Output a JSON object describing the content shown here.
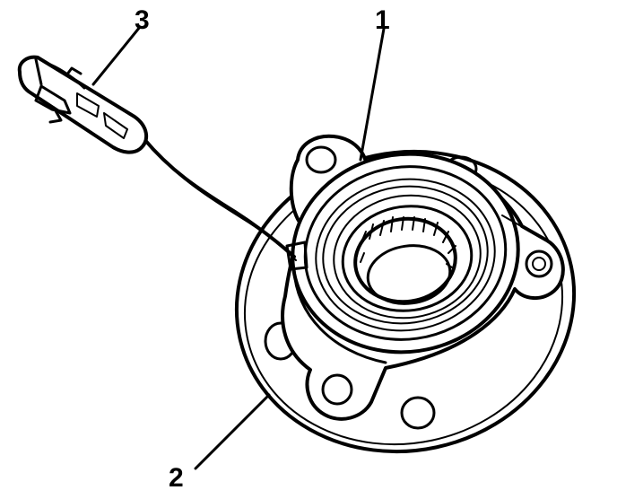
{
  "callouts": [
    {
      "label": "1"
    },
    {
      "label": "2"
    },
    {
      "label": "3"
    }
  ],
  "colors": {
    "ink": "#000000",
    "paper": "#ffffff"
  },
  "parts": {
    "hub_flange_icon": "wheel-hub-flange",
    "bearing_icon": "wheel-bearing-assembly",
    "sensor_connector_icon": "wheel-speed-sensor-connector"
  }
}
